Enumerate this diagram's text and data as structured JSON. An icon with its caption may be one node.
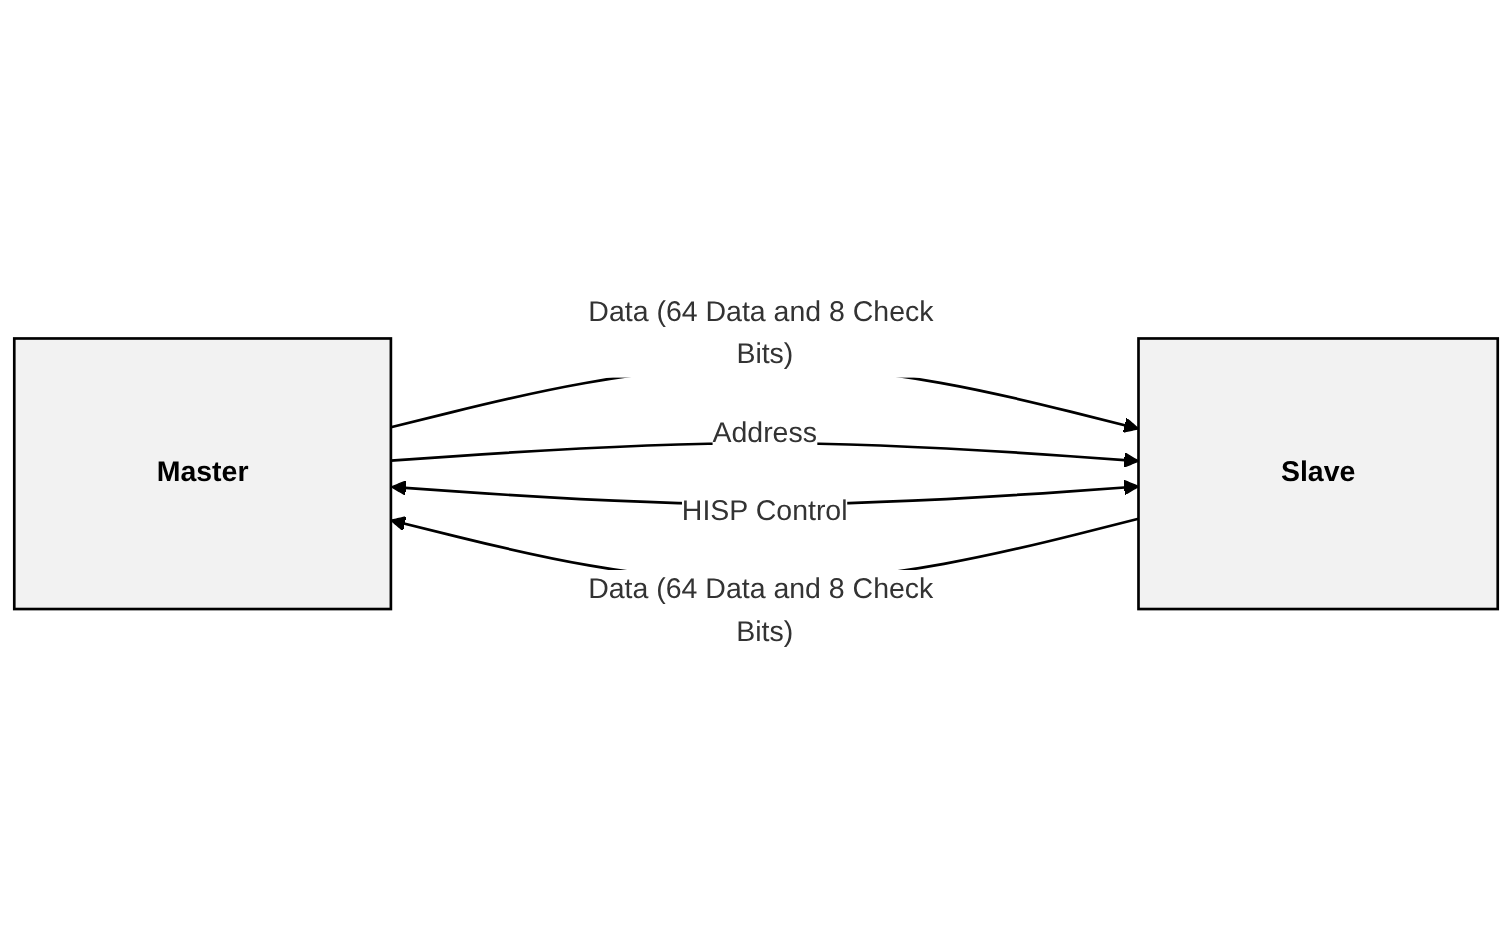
{
  "diagram": {
    "nodes": [
      {
        "text": [
          "Master"
        ]
      },
      {
        "text": [
          "Slave"
        ]
      }
    ],
    "edges": [
      {
        "from": 0,
        "to": 1,
        "arrow": "to",
        "label": "Data (64 Data and 8 Check Bits)"
      },
      {
        "from": 1,
        "to": 0,
        "arrow": "to",
        "label": "Data (64 Data and 8 Check Bits)"
      },
      {
        "from": 0,
        "to": 1,
        "arrow": "to",
        "label": "Address"
      },
      {
        "from": 0,
        "to": 1,
        "arrow": "both",
        "label": "HISP Control"
      }
    ]
  }
}
